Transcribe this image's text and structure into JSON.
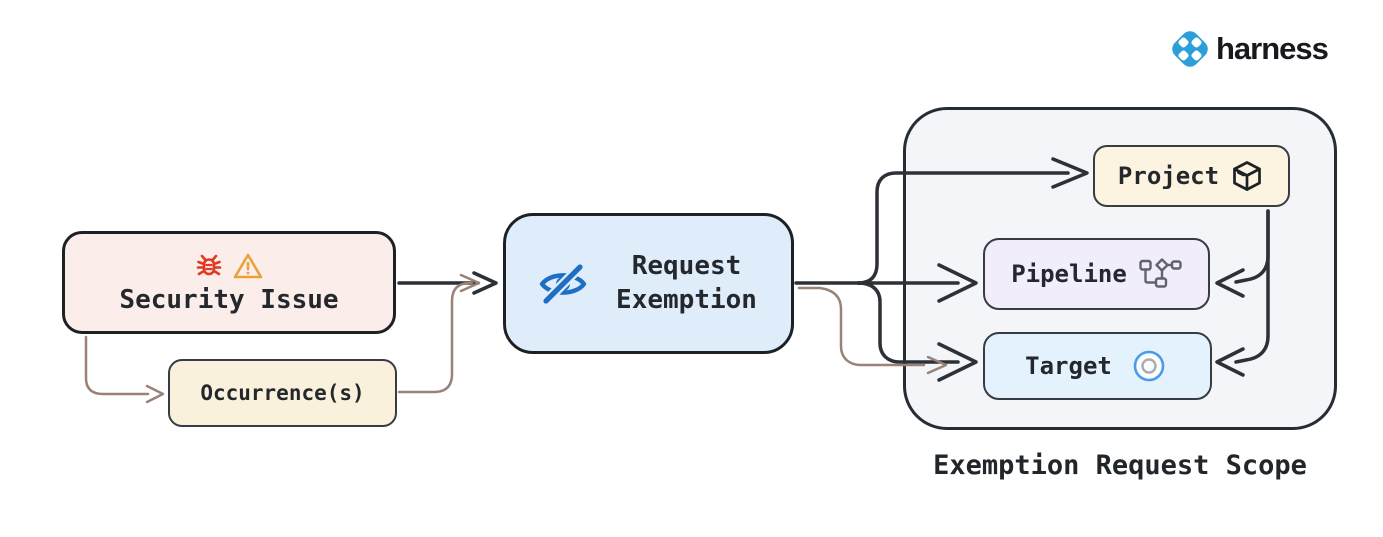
{
  "brand": {
    "name": "harness",
    "logo_color": "#2D9FD8"
  },
  "diagram": {
    "nodes": {
      "security_issue": {
        "label": "Security Issue",
        "fill": "#FBEEEA",
        "icons": [
          "bug-icon",
          "warning-icon"
        ]
      },
      "occurrences": {
        "label": "Occurrence(s)",
        "fill": "#FAF1DC"
      },
      "request_exemption": {
        "label": "Request Exemption",
        "fill": "#DEEDF9",
        "icon": "eye-off-icon"
      },
      "project": {
        "label": "Project",
        "fill": "#FCF3E1",
        "icon": "package-icon"
      },
      "pipeline": {
        "label": "Pipeline",
        "fill": "#F1EDFB",
        "icon": "pipeline-icon"
      },
      "target": {
        "label": "Target",
        "fill": "#E3F2FD",
        "icon": "target-icon"
      }
    },
    "scope": {
      "label": "Exemption Request Scope"
    },
    "edges": [
      {
        "from": "security_issue",
        "to": "request_exemption",
        "color": "#2B3137"
      },
      {
        "from": "security_issue",
        "to": "occurrences",
        "color": "#9A8276"
      },
      {
        "from": "occurrences",
        "to": "request_exemption",
        "color": "#9A8276"
      },
      {
        "from": "request_exemption",
        "to": "project",
        "color": "#2B3137"
      },
      {
        "from": "request_exemption",
        "to": "pipeline",
        "color": "#2B3137"
      },
      {
        "from": "request_exemption",
        "to": "target",
        "color": "#2B3137"
      },
      {
        "from": "occurrences",
        "to": "target",
        "color": "#9A8276"
      },
      {
        "from": "project",
        "to": "pipeline",
        "color": "#2B3137"
      },
      {
        "from": "project",
        "to": "target",
        "color": "#2B3137"
      }
    ],
    "colors": {
      "ink": "#2B3137",
      "secondary_edge": "#9A8276",
      "text": "#24282D"
    }
  }
}
